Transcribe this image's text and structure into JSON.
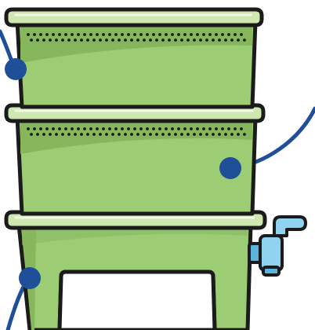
{
  "diagram": {
    "kind": "stacked-tray-bin",
    "tray_count": 3,
    "has_spigot": true,
    "callout_count": 3,
    "colors": {
      "outline": "#1b1b1b",
      "body": "#9ccc73",
      "body_shade": "#87b75d",
      "rim": "#cfe8b1",
      "rim_highlight": "#eef8e4",
      "holes": "#1b1b1b",
      "callout": "#1f4f99",
      "spigot": "#8fd3f0",
      "spigot_dark": "#5ab4dd",
      "background": "#ffffff"
    },
    "icons": [
      "spigot-icon"
    ]
  }
}
